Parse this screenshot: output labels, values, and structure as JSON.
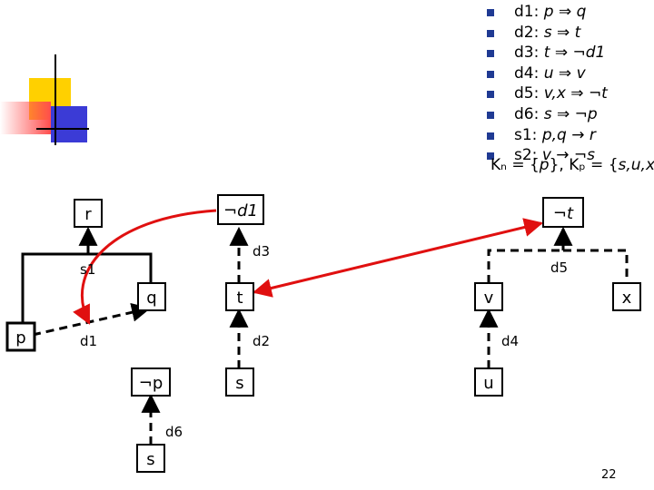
{
  "colors": {
    "bullet": "#1f3a93",
    "deco_yellow": "#ffd000",
    "deco_blue": "#3b3bd6",
    "deco_red": "#ff4d4d",
    "arrow_red": "#e01010"
  },
  "rules": [
    {
      "id": "d1:",
      "body": "p ⇒ q",
      "italic": true
    },
    {
      "id": "d2:",
      "body": "s ⇒ t",
      "italic": true
    },
    {
      "id": "d3:",
      "body": "t ⇒ ¬d1",
      "italic": true
    },
    {
      "id": "d4:",
      "body": "u ⇒ v",
      "italic": true
    },
    {
      "id": "d5:",
      "body": "v,x ⇒ ¬t",
      "italic": true
    },
    {
      "id": "d6:",
      "body": "s ⇒ ¬p",
      "italic": true
    },
    {
      "id": "s1:",
      "body": "p,q → r",
      "italic": true
    },
    {
      "id": "s2:",
      "body": "v → ¬s",
      "italic": true
    }
  ],
  "kappa": {
    "kn_label": "Kₙ = {",
    "kn_val": "p",
    "mid": "}, Kₚ = {",
    "kp_val": "s,u,x",
    "end": "}"
  },
  "nodes": {
    "r": "r",
    "neg_d1": "¬d1",
    "neg_t": "¬t",
    "q": "q",
    "t": "t",
    "v": "v",
    "x": "x",
    "p": "p",
    "neg_p": "¬p",
    "s_mid": "s",
    "u": "u",
    "s_bottom": "s"
  },
  "edge_labels": {
    "s1": "s1",
    "d3": "d3",
    "d5": "d5",
    "d1": "d1",
    "d2": "d2",
    "d4": "d4",
    "d6": "d6"
  },
  "page_number": "22"
}
